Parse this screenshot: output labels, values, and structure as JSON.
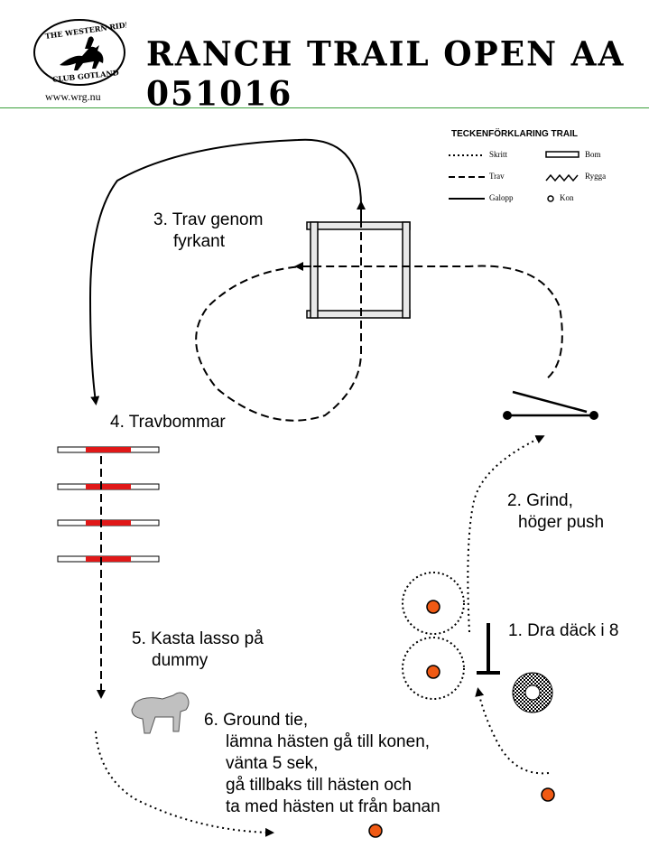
{
  "header": {
    "title": "RANCH TRAIL OPEN AA 051016",
    "url": "www.wrg.nu",
    "logo_text_top": "THE WESTERN RIDERS",
    "logo_text_bottom": "CLUB GOTLAND"
  },
  "legend": {
    "title": "TECKENFÖRKLARING TRAIL",
    "items": [
      {
        "symbol": "dotted-line",
        "label": "Skritt"
      },
      {
        "symbol": "dashed-line",
        "label": "Trav"
      },
      {
        "symbol": "solid-line",
        "label": "Galopp"
      },
      {
        "symbol": "pole",
        "label": "Bom"
      },
      {
        "symbol": "zigzag",
        "label": "Rygga"
      },
      {
        "symbol": "cone",
        "label": "Kon"
      }
    ]
  },
  "stations": {
    "s1": "1. Dra däck i 8",
    "s2_line1": "2. Grind,",
    "s2_line2": "höger push",
    "s3_line1": "3. Trav genom",
    "s3_line2": "fyrkant",
    "s4": "4. Travbommar",
    "s5_line1": "5. Kasta lasso på",
    "s5_line2": "dummy",
    "s6_line1": "6. Ground tie,",
    "s6_line2": "lämna hästen gå till konen,",
    "s6_line3": "vänta 5 sek,",
    "s6_line4": "gå tillbaks till hästen och",
    "s6_line5": "ta med hästen ut från banan"
  },
  "colors": {
    "cone": "#f05a14",
    "pole_red": "#e01818",
    "rule": "#3aa03a",
    "dummy": "#c0c0c0"
  }
}
